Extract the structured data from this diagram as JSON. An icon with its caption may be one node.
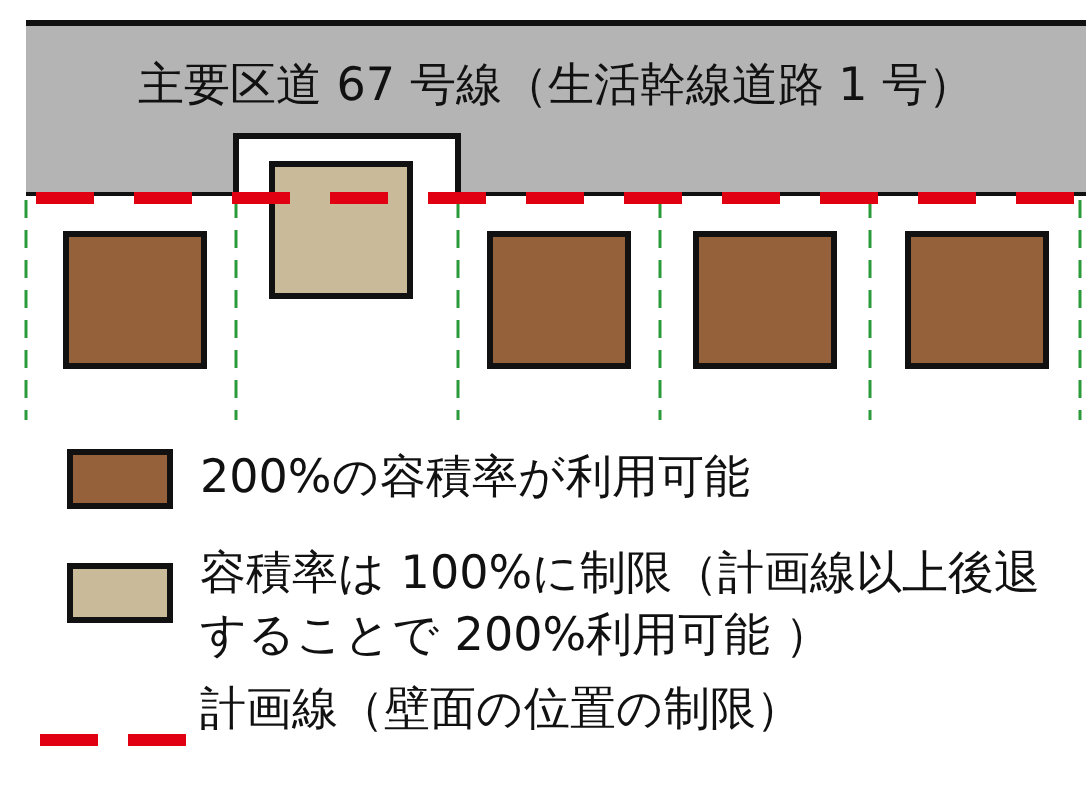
{
  "diagram": {
    "nodes": [
      {
        "text": [
          "主要区道 67 号線（生活幹線道路 1 号）"
        ]
      }
    ],
    "legend": [
      {
        "text": "200%の容積率が利用可能",
        "color": "#95613a"
      },
      {
        "text": "容積率は 100%に制限（計画線以上後退することで 200%利用可能 ）",
        "color": "#c9bb99"
      },
      {
        "text": "計画線（壁面の位置の制限）"
      }
    ]
  }
}
